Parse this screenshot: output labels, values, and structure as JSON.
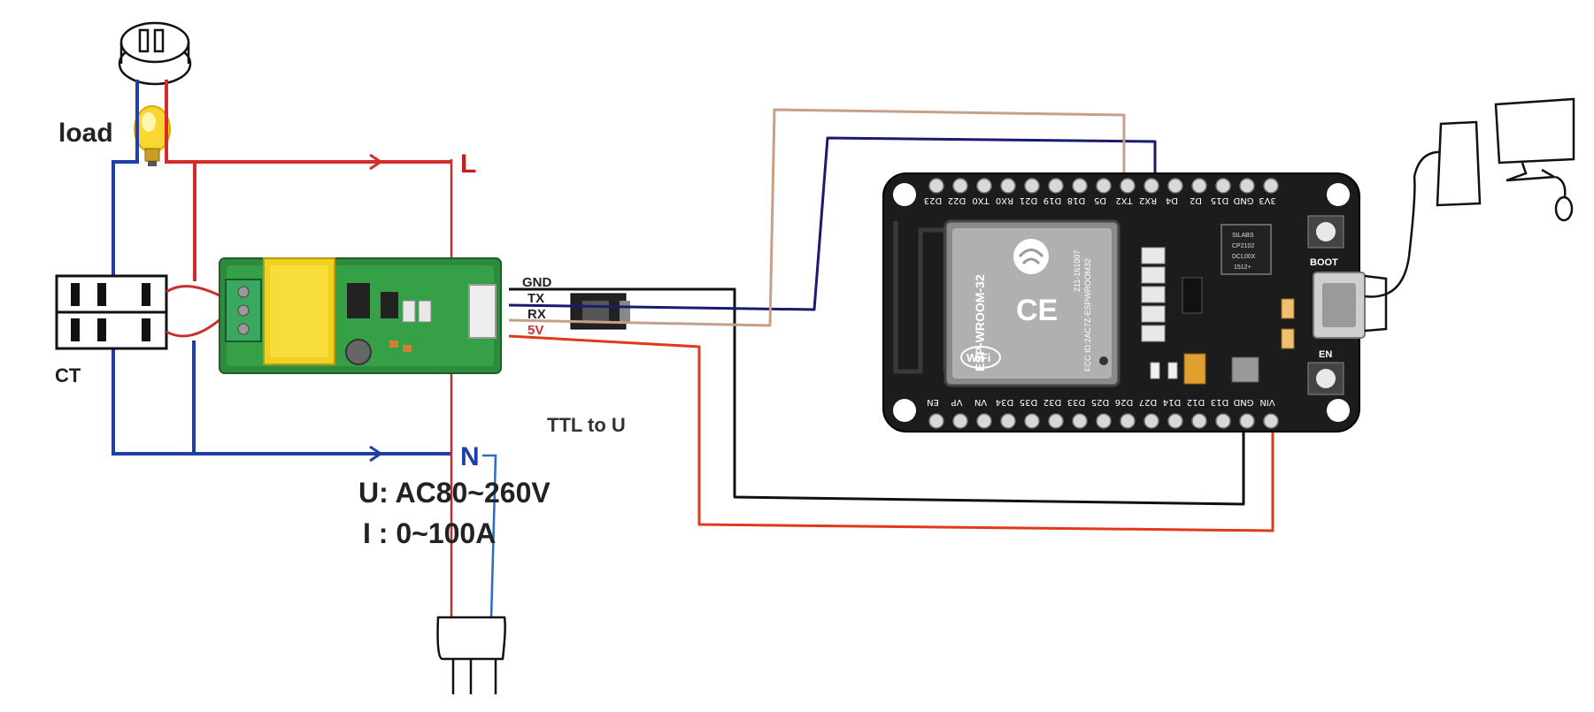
{
  "labels": {
    "load": "load",
    "ct": "CT",
    "line": "L",
    "neutral": "N",
    "voltage_spec": "U: AC80~260V",
    "current_spec": "I : 0~100A",
    "ttl_note": "TTL to U"
  },
  "module_pins": [
    "GND",
    "TX",
    "RX",
    "5V"
  ],
  "esp32": {
    "module_name": "ESP-WROOM-32",
    "ce_mark": "CE",
    "fcc_id": "FCC ID:2AC7Z-ESPWROOM32",
    "cert_no": "211-161007",
    "wifi": "WiFi",
    "usb_chip": [
      "SILABS",
      "CP2102",
      "DCL00X",
      "1512+"
    ],
    "boot_label": "BOOT",
    "en_label": "EN",
    "top_pins": [
      "D23",
      "D22",
      "TX0",
      "RX0",
      "D21",
      "D19",
      "D18",
      "D5",
      "TX2",
      "RX2",
      "D4",
      "D2",
      "D15",
      "GND",
      "3V3"
    ],
    "bottom_pins": [
      "EN",
      "VP",
      "VN",
      "D34",
      "D35",
      "D32",
      "D33",
      "D25",
      "D26",
      "D27",
      "D14",
      "D12",
      "D13",
      "GND",
      "VIN"
    ]
  },
  "colors": {
    "live_wire": "#d42b2b",
    "neutral_wire": "#1e3fa8",
    "signal_tx": "#1a1a6e",
    "signal_rx": "#c8a088",
    "ground_wire": "#111111",
    "power_wire": "#e03a1a",
    "pcb_green": "#2e8b3e",
    "esp_board": "#1c1c1c",
    "transformer_yellow": "#f0d020"
  }
}
